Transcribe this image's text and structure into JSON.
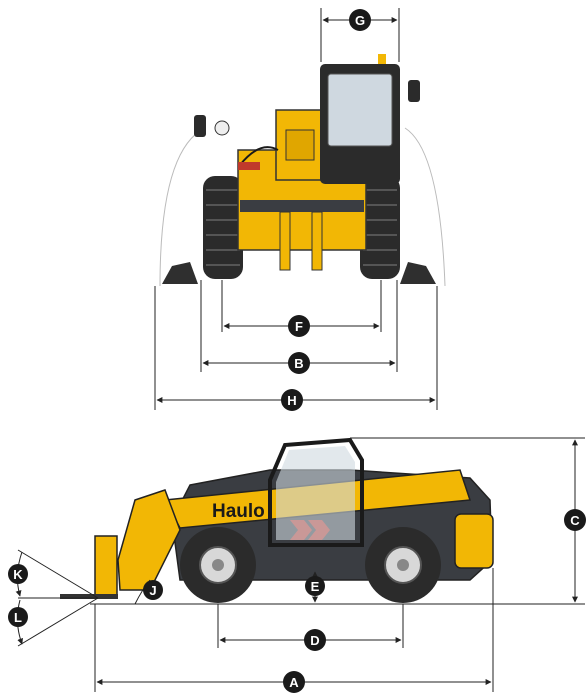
{
  "brand": {
    "text": "Haulo",
    "color": "#f2b705"
  },
  "colors": {
    "body": "#f2b705",
    "dark": "#3a3d42",
    "tire": "#2b2b2b",
    "rim": "#d8d8d8",
    "line": "#222222",
    "badge": "#1a1a1a"
  },
  "dimensions": {
    "A": "A",
    "B": "B",
    "C": "C",
    "D": "D",
    "E": "E",
    "F": "F",
    "G": "G",
    "H": "H",
    "J": "J",
    "K": "K",
    "L": "L"
  }
}
